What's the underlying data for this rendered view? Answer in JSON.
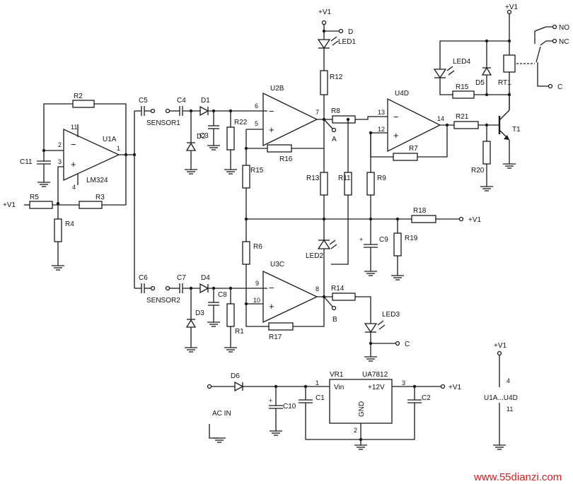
{
  "opamp_u1a": {
    "ref": "U1A",
    "part": "LM324",
    "pin_inv": "2",
    "pin_noninv": "3",
    "pin_out": "1",
    "pin_vplus": "11",
    "pin_vminus": "4",
    "minus": "−",
    "plus": "+"
  },
  "opamp_u2b": {
    "ref": "U2B",
    "pin_inv": "6",
    "pin_noninv": "5",
    "pin_out": "7",
    "minus": "−",
    "plus": "+"
  },
  "opamp_u3c": {
    "ref": "U3C",
    "pin_inv": "9",
    "pin_noninv": "10",
    "pin_out": "8",
    "minus": "−",
    "plus": "+"
  },
  "opamp_u4d": {
    "ref": "U4D",
    "pin_inv": "13",
    "pin_noninv": "12",
    "pin_out": "14",
    "minus": "−",
    "plus": "+"
  },
  "resistors": {
    "r1": "R1",
    "r2": "R2",
    "r3": "R3",
    "r4": "R4",
    "r5": "R5",
    "r6": "R6",
    "r7": "R7",
    "r8": "R8",
    "r9": "R9",
    "r11": "R11",
    "r12": "R12",
    "r13": "R13",
    "r14": "R14",
    "r15a": "R15",
    "r15b": "R15",
    "r16": "R16",
    "r17": "R17",
    "r18": "R18",
    "r19": "R19",
    "r20": "R20",
    "r21": "R21",
    "r22": "R22"
  },
  "capacitors": {
    "c1": "C1",
    "c2": "C2",
    "c3": "C3",
    "c4": "C4",
    "c5": "C5",
    "c6": "C6",
    "c7": "C7",
    "c8": "C8",
    "c9": "C9",
    "c10": "C10",
    "c11": "C11"
  },
  "diodes": {
    "d1": "D1",
    "d2": "D2",
    "d3": "D3",
    "d4": "D4",
    "d5": "D5",
    "d6": "D6"
  },
  "leds": {
    "led1": "LED1",
    "led2": "LED2",
    "led3": "LED3",
    "led4": "LED4"
  },
  "sensors": {
    "s1": "SENSOR1",
    "s2": "SENSOR2"
  },
  "transistor": "T1",
  "relay": {
    "ref": "RT1",
    "no": "NO",
    "nc": "NC",
    "c": "C"
  },
  "power": {
    "v1": "+V1",
    "d": "D",
    "a": "A",
    "b": "B",
    "c": "C",
    "ac_in": "AC IN"
  },
  "regulator": {
    "ref": "VR1",
    "part": "UA7812",
    "vin": "Vin",
    "vout": "+12V",
    "gnd": "GND",
    "pin1": "1",
    "pin2": "2",
    "pin3": "3"
  },
  "supply_pins": {
    "vplus_pin": "4",
    "vminus_pin": "11",
    "range": "U1A...U4D"
  },
  "plus_sign": "+",
  "watermark": "www.55dianzi.com"
}
